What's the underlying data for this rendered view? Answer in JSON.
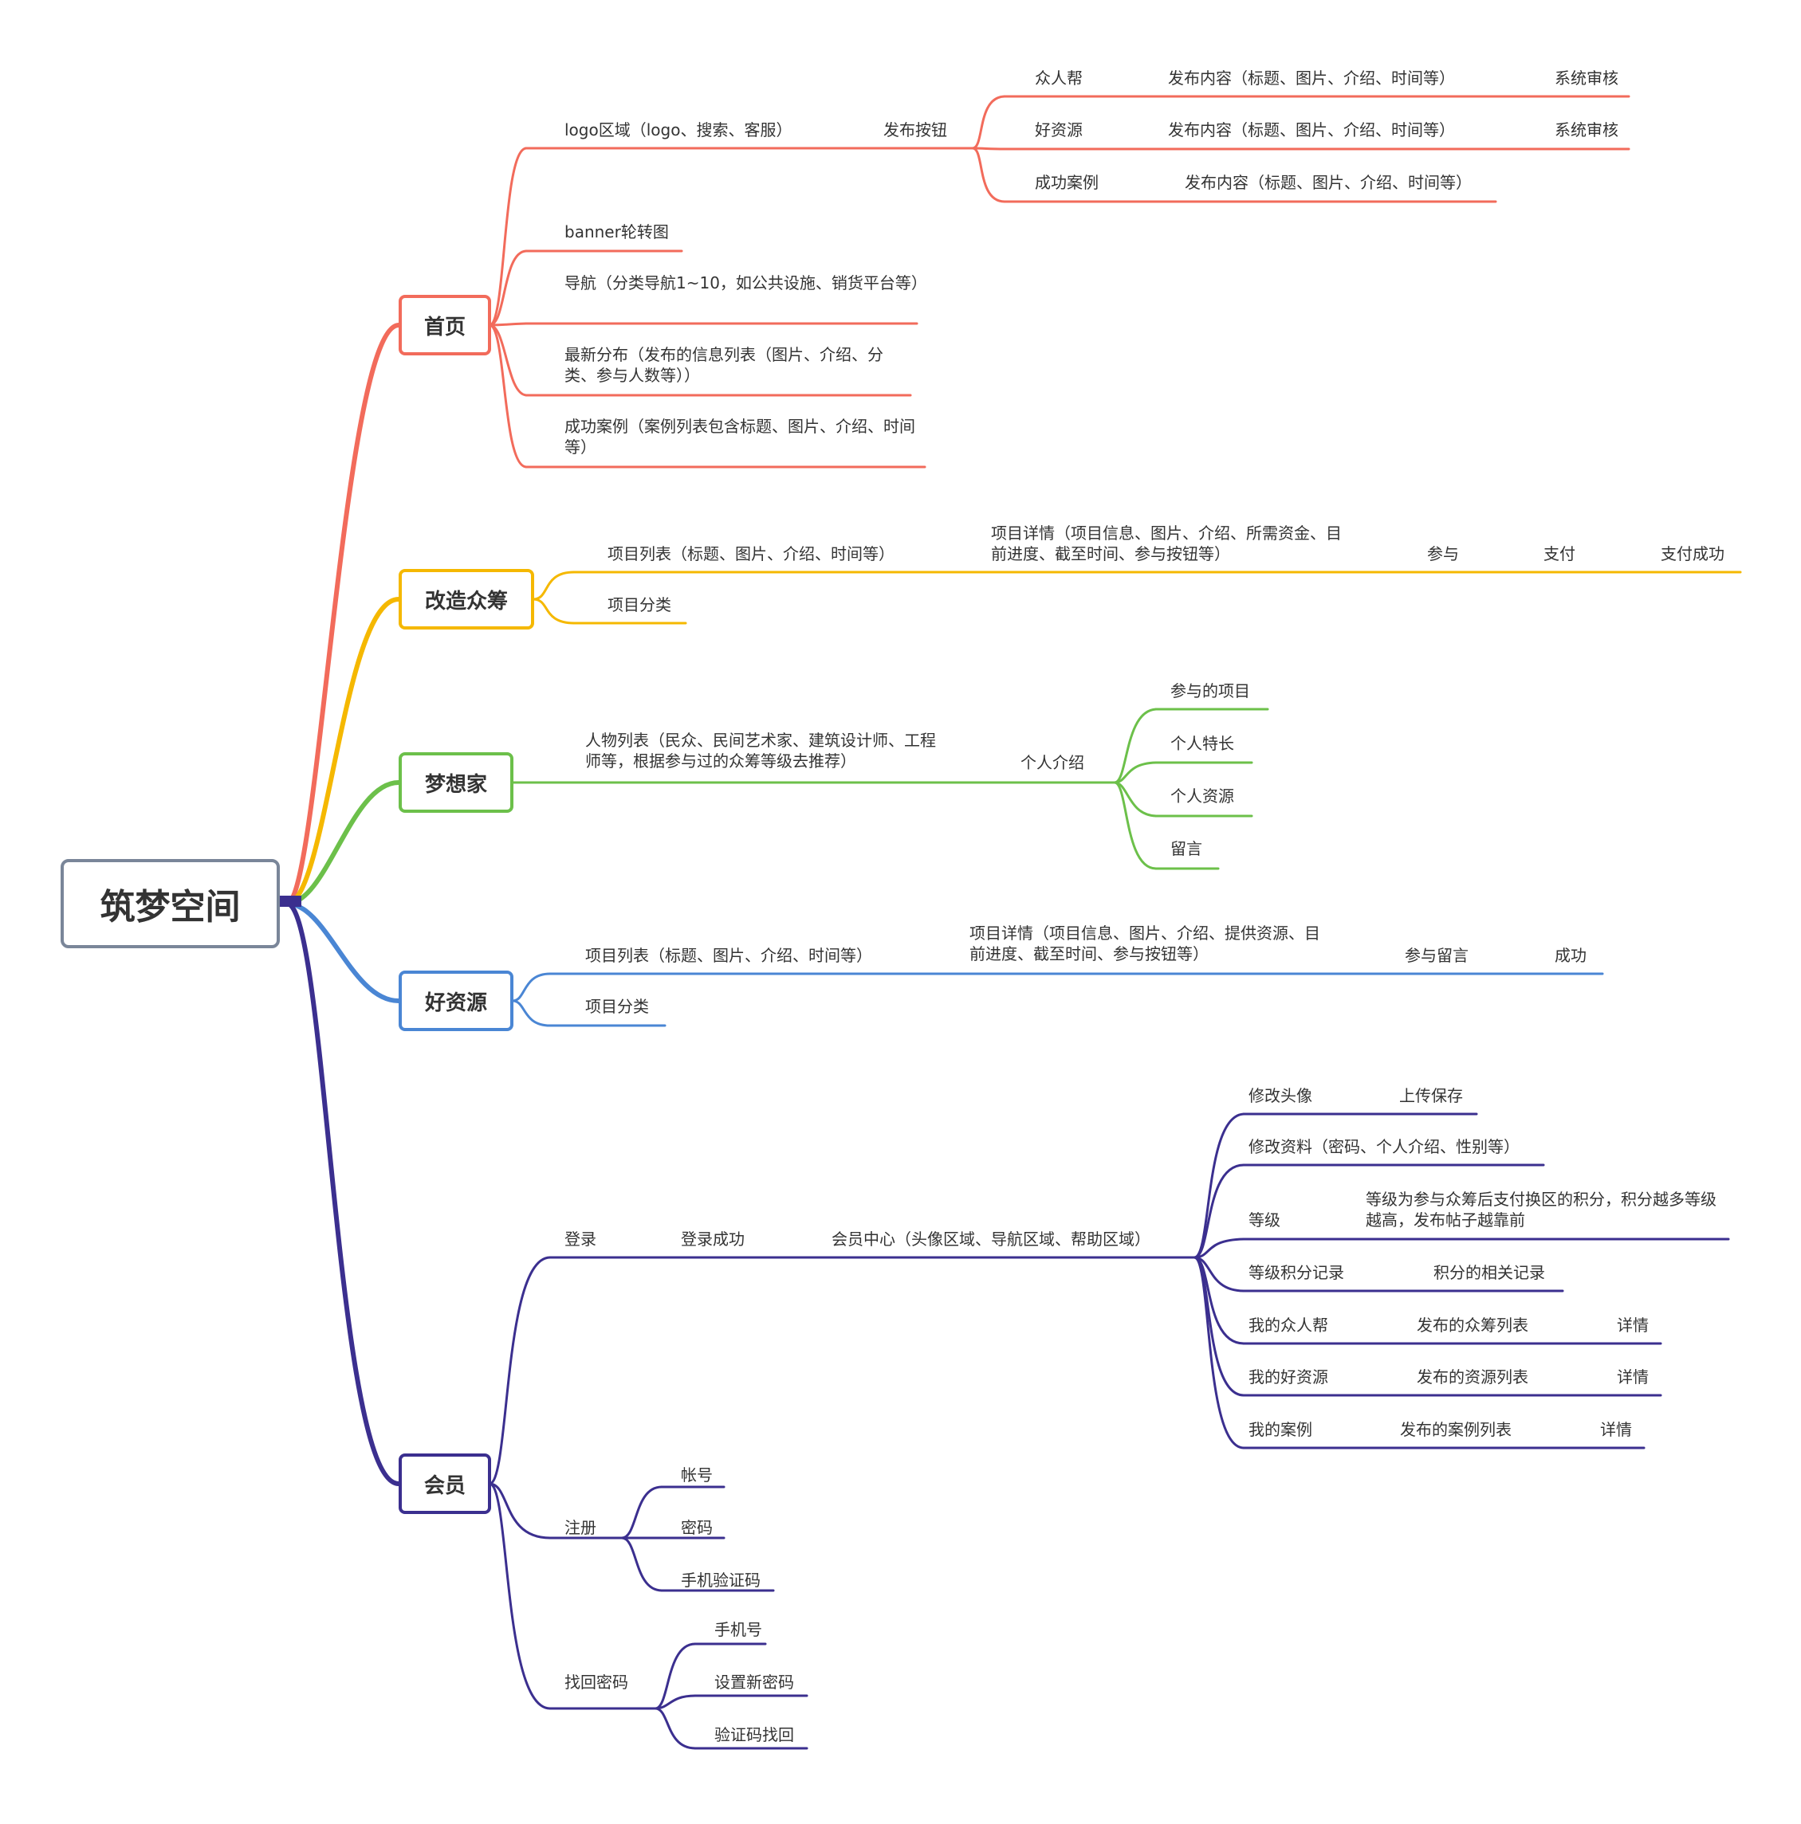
{
  "root": "筑梦空间",
  "colors": {
    "home": "#f26b5b",
    "crowd": "#f5b800",
    "dream": "#6cc04a",
    "res": "#4a86d4",
    "member": "#3b2f8f",
    "root_border": "#7a8699"
  },
  "branches": {
    "home": {
      "title": "首页",
      "logo": "logo区域（logo、搜索、客服）",
      "publish_btn": "发布按钮",
      "pub": [
        {
          "name": "众人帮",
          "content": "发布内容（标题、图片、介绍、时间等）",
          "review": "系统审核"
        },
        {
          "name": "好资源",
          "content": "发布内容（标题、图片、介绍、时间等）",
          "review": "系统审核"
        },
        {
          "name": "成功案例",
          "content": "发布内容（标题、图片、介绍、时间等）"
        }
      ],
      "banner": "banner轮转图",
      "nav": "导航（分类导航1~10，如公共设施、销货平台等）",
      "latest": "最新分布（发布的信息列表（图片、介绍、分类、参与人数等））",
      "cases": "成功案例（案例列表包含标题、图片、介绍、时间等）"
    },
    "crowd": {
      "title": "改造众筹",
      "list": "项目列表（标题、图片、介绍、时间等）",
      "detail": "项目详情（项目信息、图片、介绍、所需资金、目前进度、截至时间、参与按钮等）",
      "join": "参与",
      "pay": "支付",
      "pay_ok": "支付成功",
      "category": "项目分类"
    },
    "dream": {
      "title": "梦想家",
      "people": "人物列表（民众、民间艺术家、建筑设计师、工程师等，根据参与过的众筹等级去推荐）",
      "intro": "个人介绍",
      "items": [
        "参与的项目",
        "个人特长",
        "个人资源",
        "留言"
      ]
    },
    "res": {
      "title": "好资源",
      "list": "项目列表（标题、图片、介绍、时间等）",
      "detail": "项目详情（项目信息、图片、介绍、提供资源、目前进度、截至时间、参与按钮等）",
      "comment": "参与留言",
      "success": "成功",
      "category": "项目分类"
    },
    "member": {
      "title": "会员",
      "login": "登录",
      "login_ok": "登录成功",
      "center": "会员中心（头像区域、导航区域、帮助区域）",
      "avatar": "修改头像",
      "upload": "上传保存",
      "profile": "修改资料（密码、个人介绍、性别等）",
      "level": "等级",
      "level_desc": "等级为参与众筹后支付换区的积分，积分越多等级越高，发布帖子越靠前",
      "points": "等级积分记录",
      "points_desc": "积分的相关记录",
      "my_help": "我的众人帮",
      "my_help_list": "发布的众筹列表",
      "my_res": "我的好资源",
      "my_res_list": "发布的资源列表",
      "my_case": "我的案例",
      "my_case_list": "发布的案例列表",
      "detail": "详情",
      "register": "注册",
      "reg_items": [
        "帐号",
        "密码",
        "手机验证码"
      ],
      "recover": "找回密码",
      "rec_items": [
        "手机号",
        "设置新密码",
        "验证码找回"
      ]
    }
  }
}
